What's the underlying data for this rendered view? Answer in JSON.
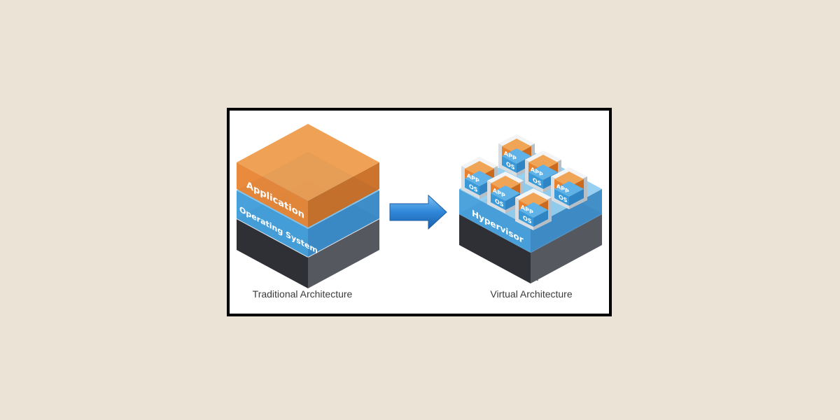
{
  "traditional": {
    "caption": "Traditional Architecture",
    "layers": {
      "application": "Application",
      "os": "Operating System"
    }
  },
  "virtual": {
    "caption": "Virtual Architecture",
    "hypervisor": "Hypervisor",
    "vm_app_label": "APP",
    "vm_os_label": "OS",
    "vm_count": 6
  },
  "arrow": {
    "icon": "right-arrow-icon",
    "color": "#2f86d8"
  },
  "colors": {
    "application": "#e8822e",
    "os": "#3a9ad9",
    "server": "#4a4d55",
    "background": "#ebe3d6"
  }
}
